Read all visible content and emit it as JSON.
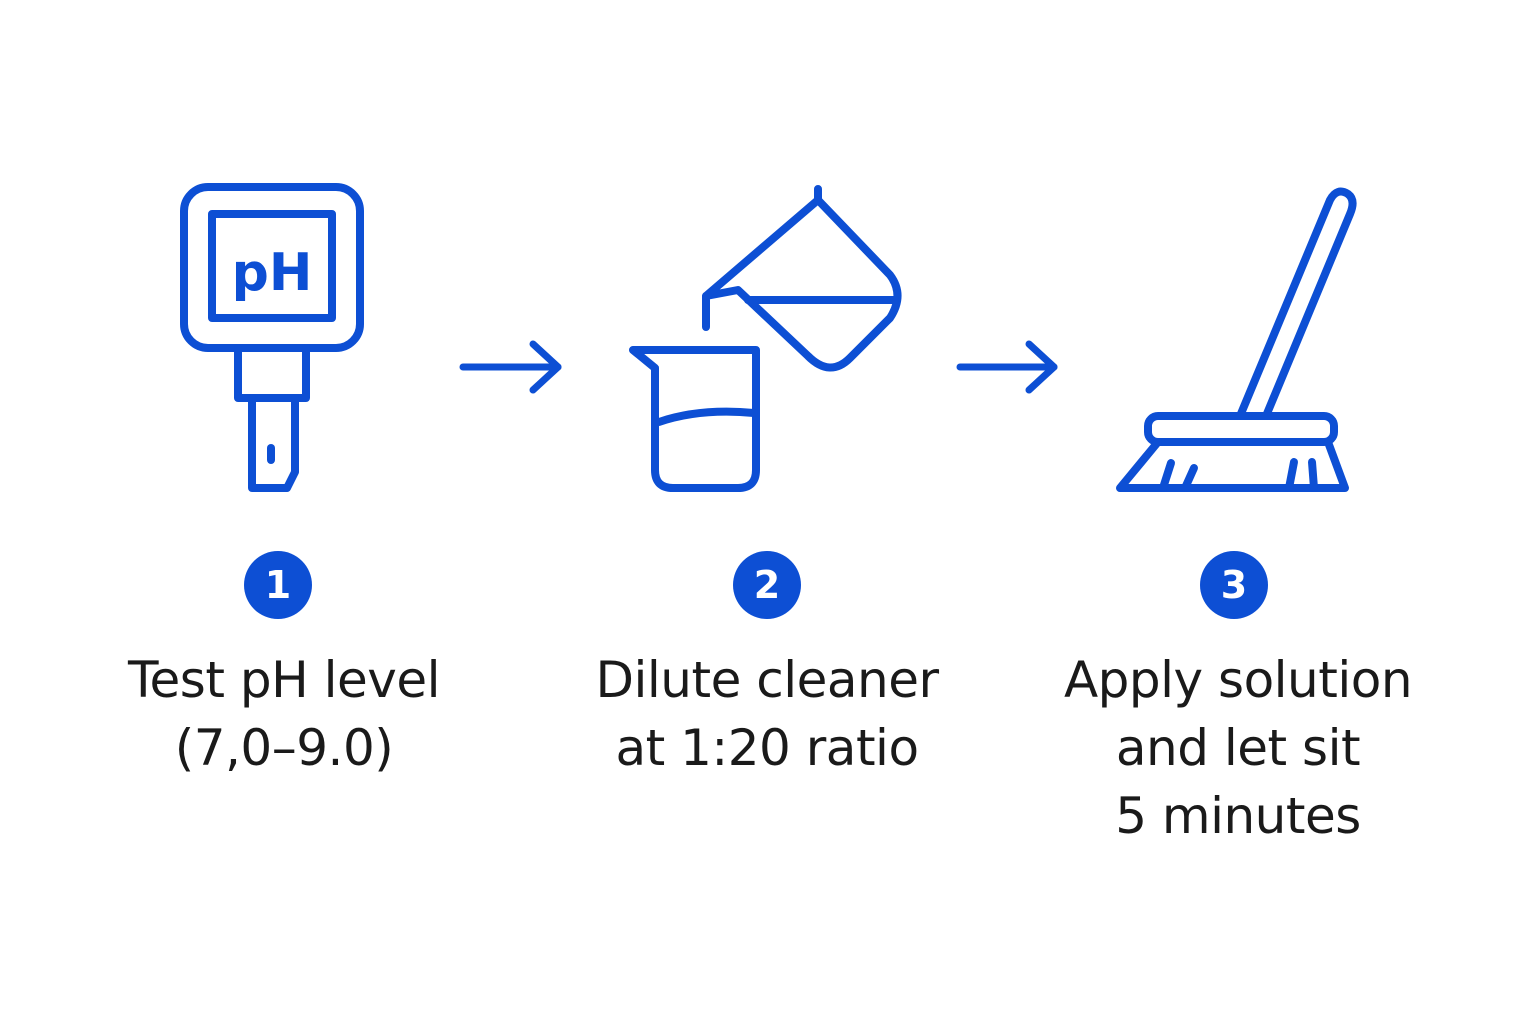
{
  "colors": {
    "accent": "#0d4fd4",
    "text": "#1a1a1a",
    "background": "#ffffff"
  },
  "meter": {
    "icon": "ph-meter-icon",
    "screen_text": "pH"
  },
  "steps": [
    {
      "number": "1",
      "icon": "ph-meter-icon",
      "lines": [
        "Test pH level",
        "(7,0–9.0)"
      ]
    },
    {
      "number": "2",
      "icon": "pouring-beakers-icon",
      "lines": [
        "Dilute cleaner",
        "at 1:20 ratio"
      ]
    },
    {
      "number": "3",
      "icon": "broom-icon",
      "lines": [
        "Apply solution",
        "and let sit",
        "5 minutes"
      ]
    }
  ],
  "connectors": [
    "arrow-right-icon",
    "arrow-right-icon"
  ]
}
